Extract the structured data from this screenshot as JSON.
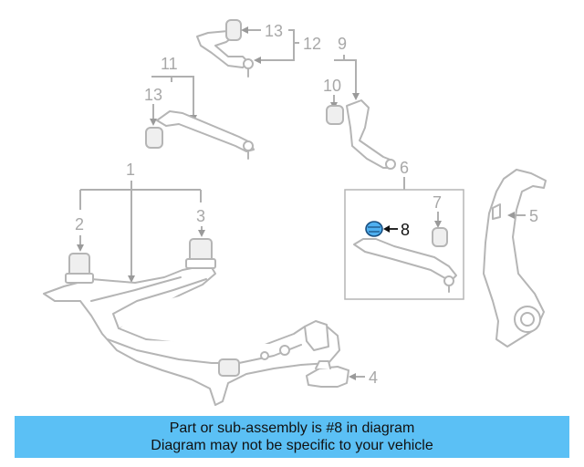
{
  "callouts": {
    "c1": "1",
    "c2": "2",
    "c3": "3",
    "c4": "4",
    "c5": "5",
    "c6": "6",
    "c7": "7",
    "c8": "8",
    "c9": "9",
    "c10": "10",
    "c11": "11",
    "c12": "12",
    "c13a": "13",
    "c13b": "13"
  },
  "highlighted_part": "8",
  "banner": {
    "line1": "Part or sub-assembly is #8 in diagram",
    "line2": "Diagram may not be specific to your vehicle",
    "background": "#5bc0f5"
  },
  "colors": {
    "line_art": "#b5b5b5",
    "highlight": "#4fb0f0"
  }
}
